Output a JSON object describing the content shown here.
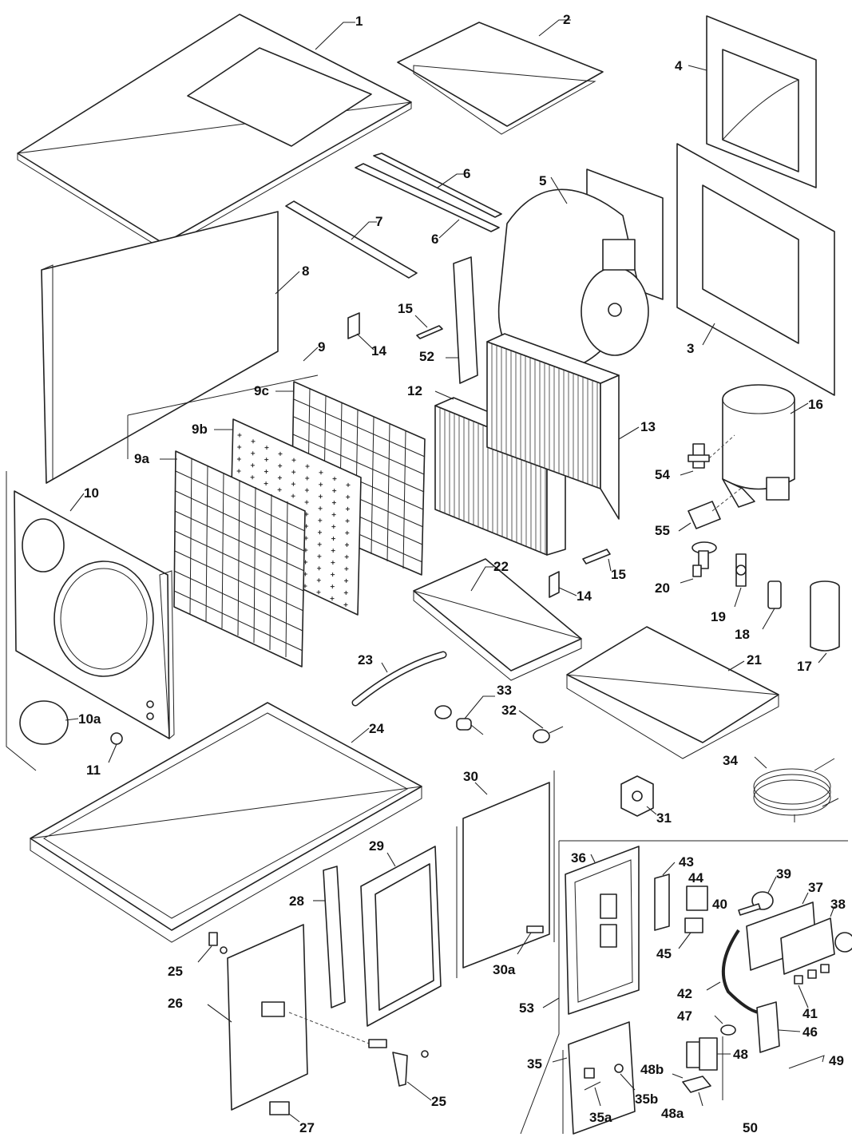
{
  "labels": {
    "p1": "1",
    "p2": "2",
    "p3": "3",
    "p4": "4",
    "p5": "5",
    "p6a": "6",
    "p6b": "6",
    "p7": "7",
    "p8": "8",
    "p9": "9",
    "p9a": "9a",
    "p9b": "9b",
    "p9c": "9c",
    "p10": "10",
    "p10a": "10a",
    "p11": "11",
    "p12": "12",
    "p13": "13",
    "p14a": "14",
    "p14b": "14",
    "p15a": "15",
    "p15b": "15",
    "p16": "16",
    "p17": "17",
    "p18": "18",
    "p19": "19",
    "p20": "20",
    "p21": "21",
    "p22": "22",
    "p23": "23",
    "p24": "24",
    "p25a": "25",
    "p25b": "25",
    "p26": "26",
    "p27": "27",
    "p28": "28",
    "p29": "29",
    "p30": "30",
    "p30a": "30a",
    "p31": "31",
    "p32": "32",
    "p33": "33",
    "p34": "34",
    "p35": "35",
    "p35a": "35a",
    "p35b": "35b",
    "p36": "36",
    "p37": "37",
    "p38": "38",
    "p39": "39",
    "p40": "40",
    "p41": "41",
    "p42": "42",
    "p43": "43",
    "p44": "44",
    "p45": "45",
    "p46": "46",
    "p47": "47",
    "p48": "48",
    "p48a": "48a",
    "p48b": "48b",
    "p49": "49",
    "p50": "50",
    "p52": "52",
    "p53": "53",
    "p54": "54",
    "p55": "55"
  }
}
